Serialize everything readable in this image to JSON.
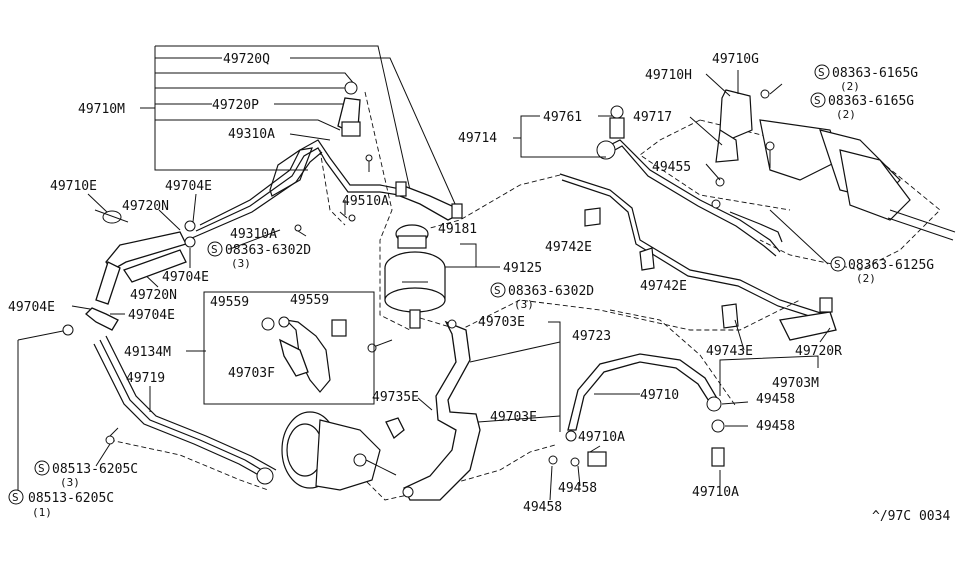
{
  "labels": {
    "p49720Q": "49720Q",
    "p49710M": "49710M",
    "p49720P": "49720P",
    "p49310A_top": "49310A",
    "p49710E": "49710E",
    "p49704E_top": "49704E",
    "p49720N_top": "49720N",
    "p49510A": "49510A",
    "p49310A_mid": "49310A",
    "p08363_6302D_a": "08363-6302D",
    "p08363_6302D_a_qty": "(3)",
    "p49704E_mid": "49704E",
    "p49720N_bot": "49720N",
    "p49704E_left": "49704E",
    "p49704E_right": "49704E",
    "p49559_a": "49559",
    "p49559_b": "49559",
    "p49134M": "49134M",
    "p49703F": "49703F",
    "p49719": "49719",
    "p08513_6205C_a": "08513-6205C",
    "p08513_6205C_a_qty": "(3)",
    "p08513_6205C_b": "08513-6205C",
    "p08513_6205C_b_qty": "(1)",
    "p49181": "49181",
    "p49125": "49125",
    "p49714": "49714",
    "p49761": "49761",
    "p49717": "49717",
    "p49710H": "49710H",
    "p49710G": "49710G",
    "p08363_6165G_a": "08363-6165G",
    "p08363_6165G_a_qty": "(2)",
    "p08363_6165G_b": "08363-6165G",
    "p08363_6165G_b_qty": "(2)",
    "p49455": "49455",
    "p49742E_a": "49742E",
    "p49742E_b": "49742E",
    "p08363_6125G": "08363-6125G",
    "p08363_6125G_qty": "(2)",
    "p08363_6302D_b": "08363-6302D",
    "p08363_6302D_b_qty": "(3)",
    "p49703E_a": "49703E",
    "p49723": "49723",
    "p49743E": "49743E",
    "p49720R": "49720R",
    "p49703M": "49703M",
    "p49710": "49710",
    "p49735E": "49735E",
    "p49703E_b": "49703E",
    "p49710A_a": "49710A",
    "p49458_a": "49458",
    "p49458_b": "49458",
    "p49458_c": "49458",
    "p49458_d": "49458",
    "p49710A_b": "49710A"
  },
  "screw_symbol": "S",
  "footer": {
    "ref": "^/97C 0034"
  }
}
